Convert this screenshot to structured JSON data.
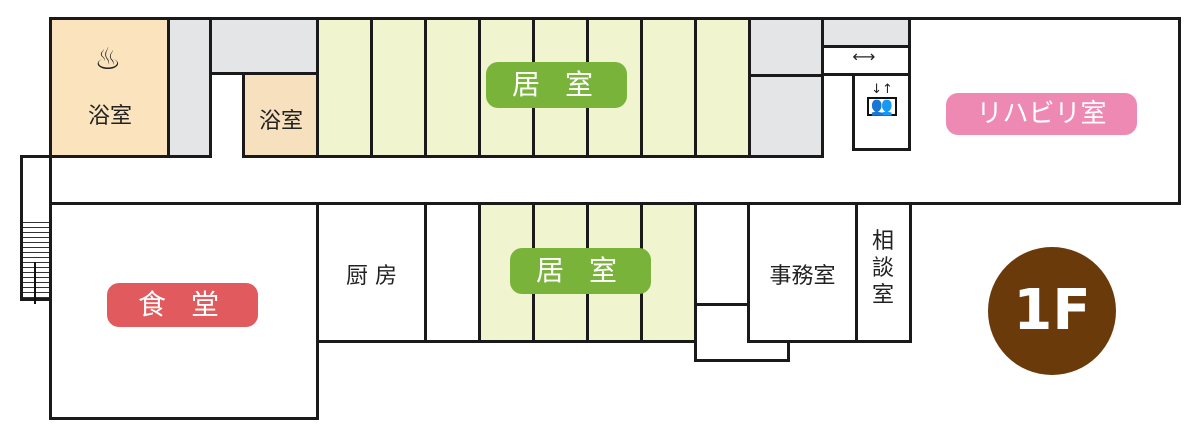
{
  "floor_badge": "1F",
  "rooms": {
    "bath_large": "浴室",
    "bath_small": "浴室",
    "living_top": "居 室",
    "living_bottom": "居 室",
    "dining": "食 堂",
    "kitchen": "厨 房",
    "office": "事務室",
    "consultation": "相談室",
    "rehab": "リハビリ室"
  },
  "colors": {
    "dining": "#e15b5e",
    "living": "#7ab33a",
    "rehab": "#ee89b4",
    "badge": "#6b3a0a",
    "bath": "#fbe3bd",
    "room": "#f0f5d0",
    "gray": "#e4e5e7"
  }
}
